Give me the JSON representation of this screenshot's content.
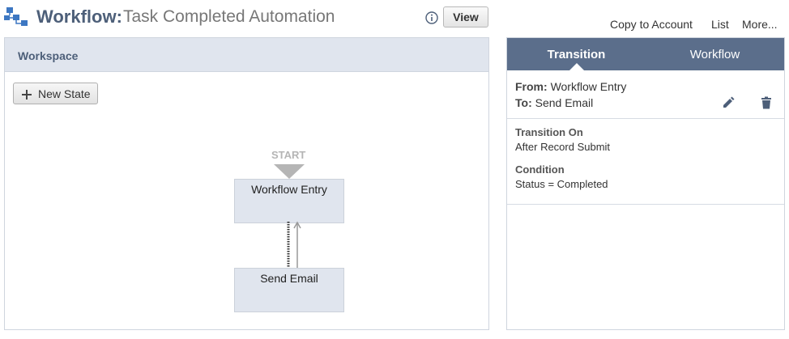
{
  "header": {
    "title_label": "Workflow:",
    "title_name": "Task Completed Automation",
    "view_button": "View",
    "links": {
      "copy": "Copy to Account",
      "list": "List",
      "more": "More..."
    },
    "icons": [
      "workflow-icon",
      "info-icon"
    ]
  },
  "workspace": {
    "title": "Workspace",
    "new_state_button": "New State",
    "start_label": "START",
    "states": {
      "entry": "Workflow Entry",
      "email": "Send Email"
    }
  },
  "details": {
    "tabs": {
      "transition": "Transition",
      "workflow": "Workflow"
    },
    "active_tab": "Transition",
    "from_label": "From:",
    "from_value": "Workflow Entry",
    "to_label": "To:",
    "to_value": "Send Email",
    "transition_on_label": "Transition On",
    "transition_on_value": "After Record Submit",
    "condition_label": "Condition",
    "condition_value": "Status = Completed",
    "icons": [
      "edit-icon",
      "delete-icon"
    ]
  },
  "colors": {
    "accent": "#5b6e8b",
    "panel_header": "#e0e5ee",
    "title": "#4d5f79"
  }
}
